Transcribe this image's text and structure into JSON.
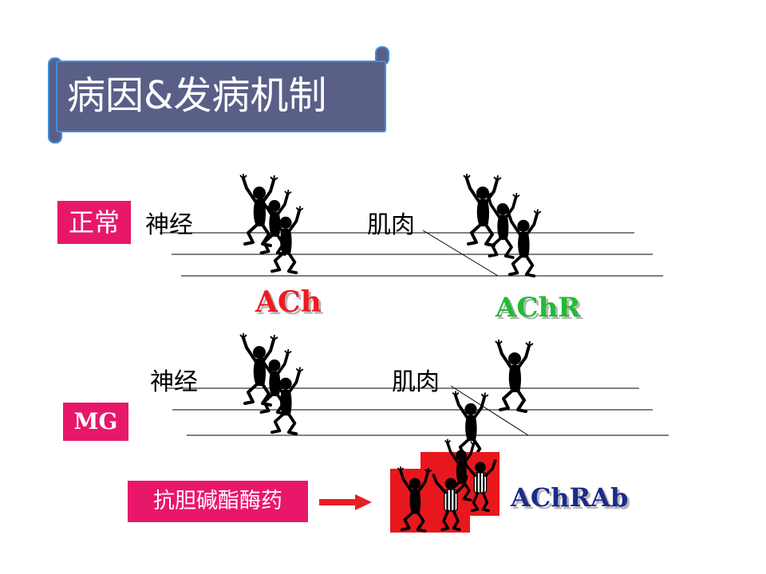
{
  "title": "病因&发病机制",
  "normal": {
    "tag": "正常",
    "nerve_label": "神经",
    "muscle_label": "肌肉",
    "ach_label": "ACh",
    "achr_label": "AChR"
  },
  "mg": {
    "tag": "MG",
    "nerve_label": "神经",
    "muscle_label": "肌肉",
    "drug_tag": "抗胆碱酯酶药",
    "achrab_label": "AChRAb"
  },
  "colors": {
    "banner_fill": "#5a5f88",
    "banner_border": "#3e8fd6",
    "tag_pink": "#e8176a",
    "ach_red": "#ee1b22",
    "achr_green": "#22bb33",
    "achrab_blue": "#1a2b8a",
    "antibody_box": "#e8171d",
    "arrow_red": "#e81f25"
  }
}
